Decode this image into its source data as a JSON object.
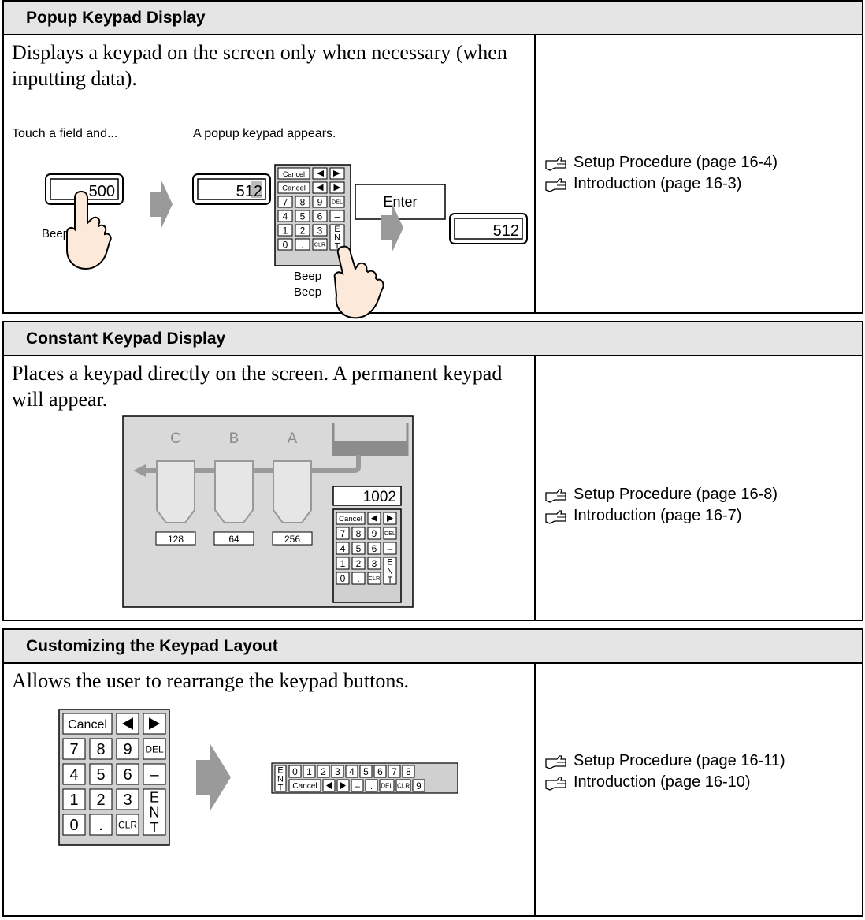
{
  "sections": [
    {
      "title": "Popup Keypad Display",
      "description": "Displays a keypad on the screen only when necessary (when inputting data).",
      "illustration": {
        "caption_left": "Touch a field and...",
        "caption_right": "A popup keypad appears.",
        "field_before": "500",
        "field_input": "512",
        "field_after": "512",
        "enter_label": "Enter",
        "beep": "Beep",
        "beep2": "Beep",
        "beep3": "Beep"
      },
      "links": [
        "Setup Procedure (page 16-4)",
        "Introduction (page 16-3)"
      ]
    },
    {
      "title": "Constant Keypad Display",
      "description": "Places a keypad directly on the screen. A permanent keypad will appear.",
      "illustration": {
        "tank_labels": [
          "C",
          "B",
          "A"
        ],
        "tank_values": [
          "128",
          "64",
          "256"
        ],
        "display_value": "1002"
      },
      "links": [
        "Setup Procedure (page 16-8)",
        "Introduction (page 16-7)"
      ]
    },
    {
      "title": "Customizing the Keypad Layout",
      "description": "Allows the user to rearrange the keypad buttons.",
      "illustration": {
        "row1": [
          "0",
          "1",
          "2",
          "3",
          "4",
          "5",
          "6",
          "7",
          "8"
        ],
        "row2_cancel": "Cancel",
        "row2_rest": [
          "–",
          ".",
          "DEL",
          "CLR",
          "9"
        ]
      },
      "links": [
        "Setup Procedure (page 16-11)",
        "Introduction (page 16-10)"
      ]
    }
  ],
  "keypad": {
    "cancel": "Cancel",
    "rows": [
      [
        "7",
        "8",
        "9",
        "DEL"
      ],
      [
        "4",
        "5",
        "6",
        "–"
      ],
      [
        "1",
        "2",
        "3"
      ],
      [
        "0",
        ".",
        "CLR"
      ]
    ],
    "ent": [
      "E",
      "N",
      "T"
    ]
  },
  "icons": {
    "link_icon": "pointing-hand-icon",
    "arrow": "right-arrow-icon"
  },
  "colors": {
    "header_bg": "#e5e5e5",
    "arrow_gray": "#999999",
    "panel_bg": "#d9d9d9"
  }
}
